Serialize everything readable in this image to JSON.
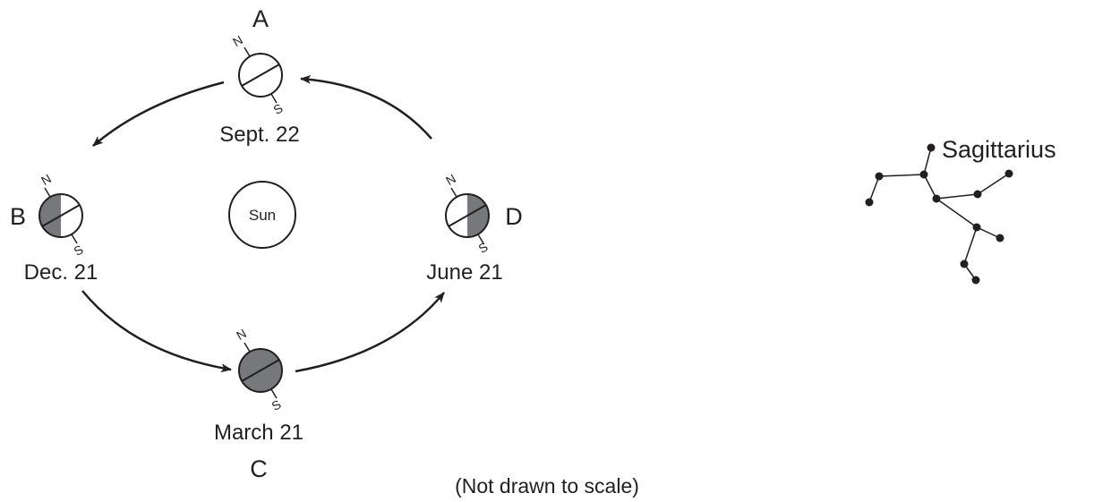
{
  "sun": {
    "label": "Sun"
  },
  "earth_positions": {
    "A": {
      "letter": "A",
      "date": "Sept. 22",
      "north": "N",
      "south": "S"
    },
    "B": {
      "letter": "B",
      "date": "Dec. 21",
      "north": "N",
      "south": "S"
    },
    "C": {
      "letter": "C",
      "date": "March 21",
      "north": "N",
      "south": "S"
    },
    "D": {
      "letter": "D",
      "date": "June 21",
      "north": "N",
      "south": "S"
    }
  },
  "constellation": {
    "name": "Sagittarius"
  },
  "footnote": "(Not drawn to scale)",
  "colors": {
    "ink": "#231f20",
    "night_shade": "#77787b",
    "background": "#ffffff"
  }
}
